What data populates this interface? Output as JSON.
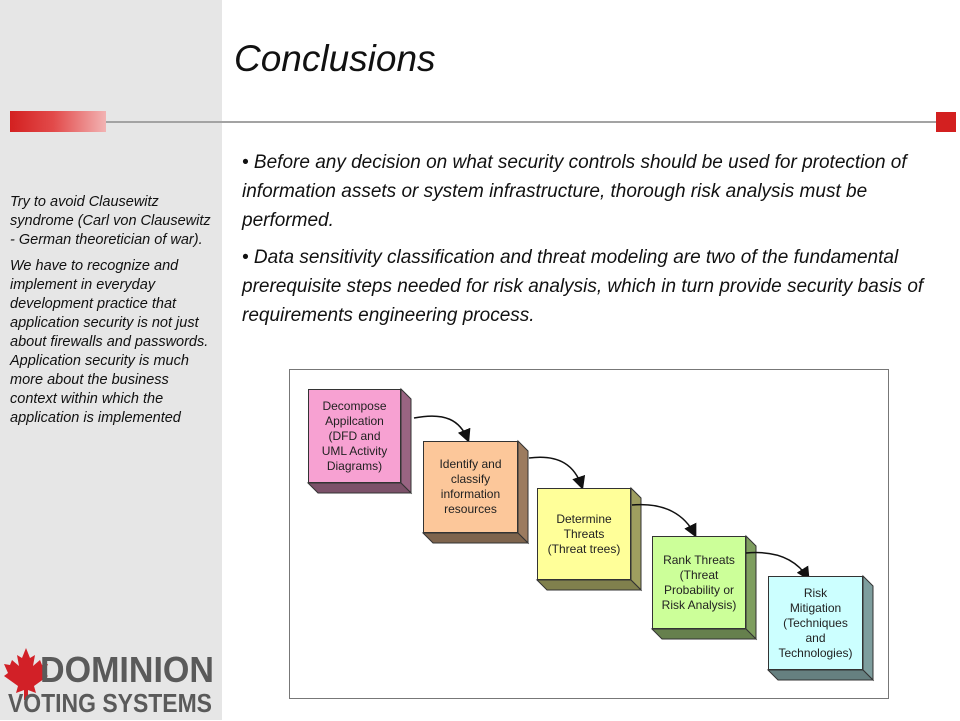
{
  "title": "Conclusions",
  "side_note": {
    "p1": "Try to avoid Clausewitz syndrome (Carl von Clausewitz - German theoretician of war).",
    "p2": "We have to recognize and implement in everyday development practice that application security is not just about firewalls and passwords. Application security is much more about the business context within which the application is implemented"
  },
  "bullets": [
    "• Before any decision on what security controls should be used for protection of information assets or system infrastructure, thorough risk analysis must be performed.",
    "• Data sensitivity classification and threat modeling are two of the fundamental prerequisite steps needed for risk analysis, which in turn provide security basis of requirements engineering process."
  ],
  "diagram": {
    "steps": [
      {
        "label": "Decompose\nAppilcation\n(DFD and\nUML Activity\nDiagrams)",
        "color": "#f7a1d2"
      },
      {
        "label": "Identify and\nclassify\ninformation\nresources",
        "color": "#fcc79a"
      },
      {
        "label": "Determine\nThreats\n(Threat trees)",
        "color": "#ffff99"
      },
      {
        "label": "Rank Threats\n(Threat\nProbability or\nRisk Analysis)",
        "color": "#ccff99"
      },
      {
        "label": "Risk\nMitigation\n(Techniques\nand\nTechnologies)",
        "color": "#ccffff"
      }
    ]
  },
  "logo": {
    "line1": "DOMINION",
    "line2": "VOTING SYSTEMS",
    "colors": {
      "leaf": "#d22027",
      "text": "#5a5a5a"
    }
  },
  "accent_color": "#d32020"
}
